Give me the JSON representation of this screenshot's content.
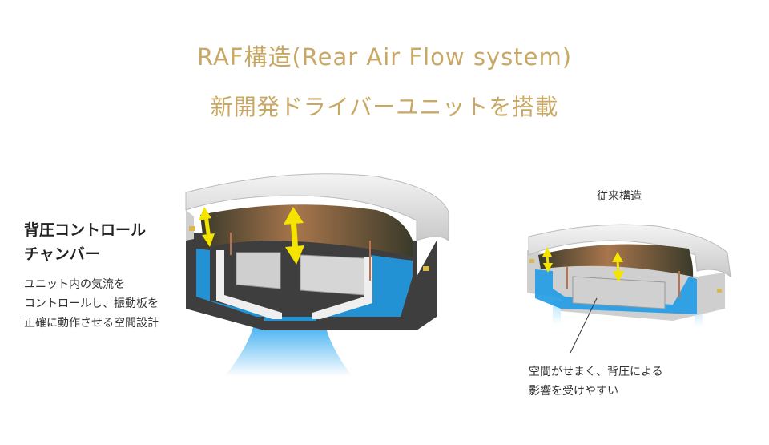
{
  "title": {
    "line1": "RAF構造(Rear Air Flow system)",
    "line2": "新開発ドライバーユニットを搭載"
  },
  "rear_chamber": {
    "heading": [
      "背圧コントロール",
      "チャンバー"
    ],
    "description": [
      "ユニット内の気流を",
      "コントロールし、振動板を",
      "正確に動作させる空間設計"
    ]
  },
  "conventional": {
    "label": "従来構造",
    "description": [
      "空間がせまく、背圧による",
      "影響を受けやすい"
    ]
  },
  "colors": {
    "title_gold": "#c9a864",
    "arrow_yellow": "#f5e400",
    "airflow_blue": "#29a6f0",
    "housing_gray": "#d8d8d8"
  }
}
